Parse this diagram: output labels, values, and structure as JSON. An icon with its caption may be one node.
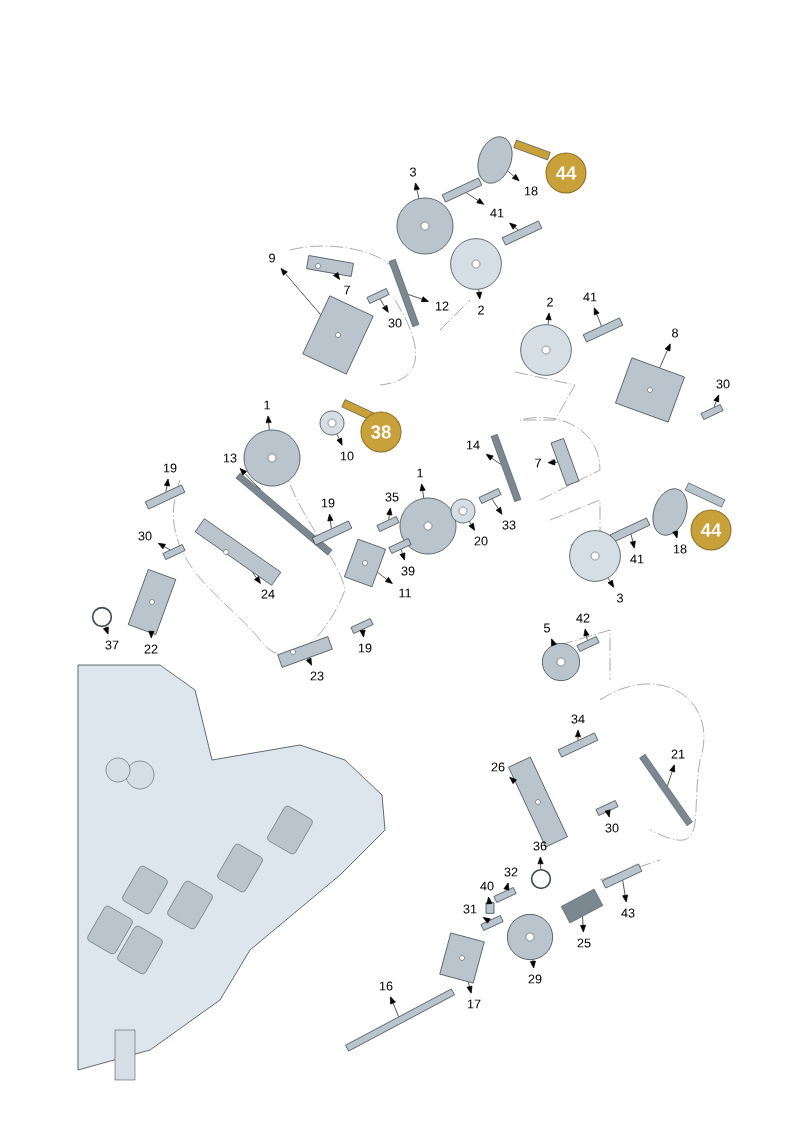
{
  "diagram": {
    "nodes": [
      {
        "text": [
          "3"
        ]
      },
      {
        "text": [],
        "shape": "picture"
      },
      {
        "text": [
          "44"
        ]
      },
      {
        "text": [
          "18"
        ]
      },
      {
        "text": [],
        "shape": "picture"
      },
      {
        "text": [
          "41"
        ]
      },
      {
        "text": [],
        "shape": "picture"
      },
      {
        "text": [],
        "shape": "picture"
      },
      {
        "text": [
          "9"
        ]
      },
      {
        "text": [],
        "shape": "picture"
      },
      {
        "text": [
          "7"
        ]
      },
      {
        "text": [],
        "shape": "picture"
      },
      {
        "text": [
          "12"
        ]
      },
      {
        "text": [],
        "shape": "picture"
      },
      {
        "text": [
          "30"
        ]
      },
      {
        "text": [],
        "shape": "picture"
      },
      {
        "text": [
          "2"
        ]
      },
      {
        "text": [],
        "shape": "picture"
      },
      {
        "text": [
          "2"
        ]
      },
      {
        "text": [],
        "shape": "picture"
      },
      {
        "text": [
          "41"
        ]
      },
      {
        "text": [],
        "shape": "picture"
      },
      {
        "text": [
          "8"
        ]
      },
      {
        "text": [],
        "shape": "picture"
      },
      {
        "text": [
          "30"
        ]
      },
      {
        "text": [],
        "shape": "picture"
      },
      {
        "text": [
          "38"
        ]
      },
      {
        "text": [
          "1"
        ]
      },
      {
        "text": [],
        "shape": "picture"
      },
      {
        "text": [
          "10"
        ]
      },
      {
        "text": [],
        "shape": "picture"
      },
      {
        "text": [
          "14"
        ]
      },
      {
        "text": [],
        "shape": "picture"
      },
      {
        "text": [
          "7"
        ]
      },
      {
        "text": [],
        "shape": "picture"
      },
      {
        "text": [
          "19"
        ]
      },
      {
        "text": [],
        "shape": "picture"
      },
      {
        "text": [
          "13"
        ]
      },
      {
        "text": [],
        "shape": "picture"
      },
      {
        "text": [
          "19"
        ]
      },
      {
        "text": [],
        "shape": "picture"
      },
      {
        "text": [
          "35"
        ]
      },
      {
        "text": [],
        "shape": "picture"
      },
      {
        "text": [
          "1"
        ]
      },
      {
        "text": [],
        "shape": "picture"
      },
      {
        "text": [
          "33"
        ]
      },
      {
        "text": [],
        "shape": "picture"
      },
      {
        "text": [
          "20"
        ]
      },
      {
        "text": [],
        "shape": "picture"
      },
      {
        "text": [
          "44"
        ]
      },
      {
        "text": [
          "18"
        ]
      },
      {
        "text": [],
        "shape": "picture"
      },
      {
        "text": [
          "41"
        ]
      },
      {
        "text": [],
        "shape": "picture"
      },
      {
        "text": [
          "30"
        ]
      },
      {
        "text": [],
        "shape": "picture"
      },
      {
        "text": [
          "24"
        ]
      },
      {
        "text": [],
        "shape": "picture"
      },
      {
        "text": [
          "39"
        ]
      },
      {
        "text": [],
        "shape": "picture"
      },
      {
        "text": [
          "11"
        ]
      },
      {
        "text": [],
        "shape": "picture"
      },
      {
        "text": [
          "3"
        ]
      },
      {
        "text": [],
        "shape": "picture"
      },
      {
        "text": [
          "37"
        ]
      },
      {
        "text": [],
        "shape": "circle"
      },
      {
        "text": [
          "22"
        ]
      },
      {
        "text": [],
        "shape": "picture"
      },
      {
        "text": [
          "19"
        ]
      },
      {
        "text": [],
        "shape": "picture"
      },
      {
        "text": [
          "23"
        ]
      },
      {
        "text": [],
        "shape": "picture"
      },
      {
        "text": [
          "5"
        ]
      },
      {
        "text": [],
        "shape": "picture"
      },
      {
        "text": [
          "42"
        ]
      },
      {
        "text": [],
        "shape": "picture"
      },
      {
        "text": [
          "34"
        ]
      },
      {
        "text": [],
        "shape": "picture"
      },
      {
        "text": [
          "21"
        ]
      },
      {
        "text": [],
        "shape": "picture"
      },
      {
        "text": [
          "26"
        ]
      },
      {
        "text": [],
        "shape": "picture"
      },
      {
        "text": [
          "30"
        ]
      },
      {
        "text": [],
        "shape": "picture"
      },
      {
        "text": [
          "36"
        ]
      },
      {
        "text": [],
        "shape": "circle"
      },
      {
        "text": [
          "32"
        ]
      },
      {
        "text": [],
        "shape": "picture"
      },
      {
        "text": [
          "40"
        ]
      },
      {
        "text": [],
        "shape": "box"
      },
      {
        "text": [
          "31"
        ]
      },
      {
        "text": [],
        "shape": "picture"
      },
      {
        "text": [
          "43"
        ]
      },
      {
        "text": [],
        "shape": "picture"
      },
      {
        "text": [
          "25"
        ]
      },
      {
        "text": [],
        "shape": "picture"
      },
      {
        "text": [
          "29"
        ]
      },
      {
        "text": [],
        "shape": "picture"
      },
      {
        "text": [
          "16"
        ]
      },
      {
        "text": [],
        "shape": "picture"
      },
      {
        "text": [
          "17"
        ]
      },
      {
        "text": [],
        "shape": "picture"
      }
    ],
    "edges": [
      {
        "from": 1,
        "to": 0,
        "arrow": "to"
      },
      {
        "from": 4,
        "to": 3,
        "arrow": "to"
      },
      {
        "from": 6,
        "to": 5,
        "arrow": "to"
      },
      {
        "from": 7,
        "to": 5,
        "arrow": "to"
      },
      {
        "from": 9,
        "to": 8,
        "arrow": "to"
      },
      {
        "from": 11,
        "to": 10,
        "arrow": "to"
      },
      {
        "from": 13,
        "to": 12,
        "arrow": "to"
      },
      {
        "from": 15,
        "to": 14,
        "arrow": "to"
      },
      {
        "from": 17,
        "to": 16,
        "arrow": "to"
      },
      {
        "from": 19,
        "to": 18,
        "arrow": "to"
      },
      {
        "from": 21,
        "to": 20,
        "arrow": "to"
      },
      {
        "from": 23,
        "to": 22,
        "arrow": "to"
      },
      {
        "from": 25,
        "to": 24,
        "arrow": "to"
      },
      {
        "from": 28,
        "to": 27,
        "arrow": "to"
      },
      {
        "from": 30,
        "to": 29,
        "arrow": "to"
      },
      {
        "from": 32,
        "to": 31,
        "arrow": "to"
      },
      {
        "from": 34,
        "to": 33,
        "arrow": "to"
      },
      {
        "from": 36,
        "to": 35,
        "arrow": "to"
      },
      {
        "from": 38,
        "to": 37,
        "arrow": "to"
      },
      {
        "from": 40,
        "to": 39,
        "arrow": "to"
      },
      {
        "from": 42,
        "to": 41,
        "arrow": "to"
      },
      {
        "from": 44,
        "to": 43,
        "arrow": "to"
      },
      {
        "from": 46,
        "to": 45,
        "arrow": "to"
      },
      {
        "from": 48,
        "to": 47,
        "arrow": "to"
      },
      {
        "from": 51,
        "to": 50,
        "arrow": "to"
      },
      {
        "from": 53,
        "to": 52,
        "arrow": "to"
      },
      {
        "from": 55,
        "to": 54,
        "arrow": "to"
      },
      {
        "from": 57,
        "to": 56,
        "arrow": "to"
      },
      {
        "from": 59,
        "to": 58,
        "arrow": "to"
      },
      {
        "from": 61,
        "to": 60,
        "arrow": "to"
      },
      {
        "from": 63,
        "to": 62,
        "arrow": "to"
      },
      {
        "from": 65,
        "to": 64,
        "arrow": "to"
      },
      {
        "from": 67,
        "to": 66,
        "arrow": "to"
      },
      {
        "from": 69,
        "to": 68,
        "arrow": "to"
      },
      {
        "from": 71,
        "to": 70,
        "arrow": "to"
      },
      {
        "from": 73,
        "to": 72,
        "arrow": "to"
      },
      {
        "from": 75,
        "to": 74,
        "arrow": "to"
      },
      {
        "from": 77,
        "to": 76,
        "arrow": "to"
      },
      {
        "from": 79,
        "to": 78,
        "arrow": "to"
      },
      {
        "from": 81,
        "to": 80,
        "arrow": "to"
      },
      {
        "from": 83,
        "to": 82,
        "arrow": "to"
      },
      {
        "from": 85,
        "to": 84,
        "arrow": "to"
      },
      {
        "from": 87,
        "to": 86,
        "arrow": "to"
      },
      {
        "from": 89,
        "to": 88,
        "arrow": "to"
      },
      {
        "from": 91,
        "to": 90,
        "arrow": "to"
      },
      {
        "from": 93,
        "to": 92,
        "arrow": "to"
      },
      {
        "from": 95,
        "to": 94,
        "arrow": "to"
      },
      {
        "from": 97,
        "to": 96,
        "arrow": "to"
      },
      {
        "from": 99,
        "to": 98,
        "arrow": "to"
      },
      {
        "from": 101,
        "to": 100,
        "arrow": "to"
      }
    ]
  }
}
